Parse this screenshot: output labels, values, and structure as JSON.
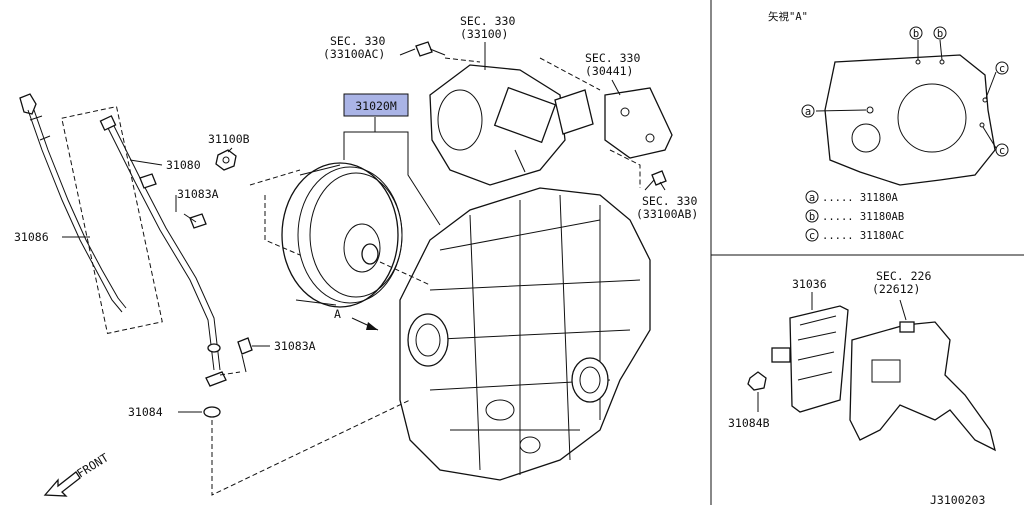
{
  "callouts": {
    "sec330_33100ac": [
      "SEC. 330",
      "(33100AC)"
    ],
    "sec330_33100": [
      "SEC. 330",
      "(33100)"
    ],
    "sec330_30441": [
      "SEC. 330",
      "(30441)"
    ],
    "sec330_33100ab": [
      "SEC. 330",
      "(33100AB)"
    ],
    "p31020m": "31020M",
    "p31100b": "31100B",
    "p31080": "31080",
    "p31083a_top": "31083A",
    "p31086": "31086",
    "p31083a_bottom": "31083A",
    "p31084": "31084",
    "view_arrow": "A",
    "front": "FRONT"
  },
  "view_a": {
    "title": "矢視\"A\"",
    "markers": {
      "a": "a",
      "b": "b",
      "c": "c"
    },
    "legend": [
      {
        "marker": "a",
        "code": "..... 31180A"
      },
      {
        "marker": "b",
        "code": "..... 31180AB"
      },
      {
        "marker": "c",
        "code": "..... 31180AC"
      }
    ]
  },
  "inset_bottom": {
    "p31036": "31036",
    "sec226": [
      "SEC. 226",
      "(22612)"
    ],
    "p31084b": "31084B"
  },
  "diagram_id": "J3100203",
  "colors": {
    "highlight": "#aab4e6",
    "line": "#111111"
  }
}
